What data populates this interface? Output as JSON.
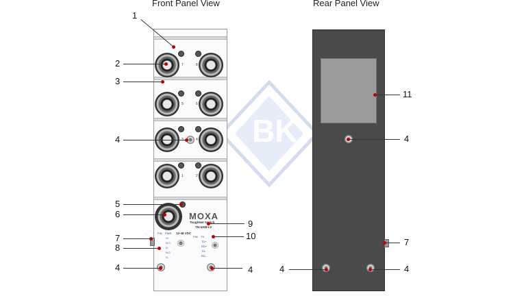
{
  "titles": {
    "front": "Front Panel View",
    "rear": "Rear Panel View"
  },
  "front_panel": {
    "brand": "MOXA",
    "product_line": "ToughNet Switch",
    "model": "TN-5308-LV",
    "voltage": "12-48 VDC",
    "port_numbers": [
      "7",
      "8",
      "5",
      "6",
      "3",
      "4",
      "1",
      "2"
    ],
    "pwr_pin_labels": [
      "PIN",
      "PWR"
    ],
    "pwr_pins": [
      "V+",
      "N.C.",
      "V-",
      "N.C.",
      "V-"
    ],
    "relay_pin_labels": [
      "PIN",
      "TX"
    ],
    "relay_pins": [
      "TD+",
      "RD+",
      "TD-",
      "RD-"
    ]
  },
  "callouts": {
    "c1": "1",
    "c2": "2",
    "c3": "3",
    "c4a": "4",
    "c5": "5",
    "c6": "6",
    "c7a": "7",
    "c8": "8",
    "c4b": "4",
    "c4c": "4",
    "c9": "9",
    "c10": "10",
    "c11": "11",
    "c4d": "4",
    "c7b": "7",
    "c4e": "4",
    "c4f": "4"
  },
  "colors": {
    "leader_dot": "#c00000",
    "rear_panel": "#4a4a4a",
    "label_plate": "#9b9b9b"
  }
}
